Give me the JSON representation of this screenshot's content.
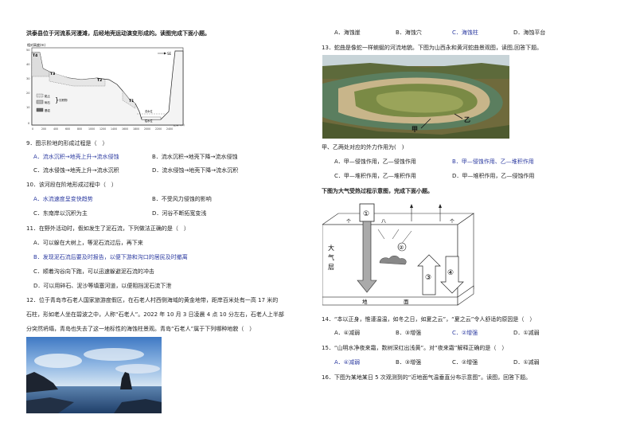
{
  "left": {
    "intro": "洪泰县位于河流系河漫滩，后经地壳运动演变形成的。读图完成下面小题。",
    "fig1": {
      "title": "相对高度(m)",
      "yticks": [
        "50",
        "40",
        "30",
        "20",
        "10",
        "0"
      ],
      "xticks": [
        "0",
        "200",
        "400",
        "600",
        "800",
        "1000",
        "1200",
        "1400",
        "1600",
        "1800",
        "2000",
        "2200",
        "2400"
      ],
      "xunit": "距离（m）",
      "terraces": [
        "T4",
        "T3",
        "T2",
        "T1"
      ],
      "se": "SE",
      "legend": [
        "黏土",
        "砾石",
        "基岩"
      ],
      "legend_group": "沉积物",
      "flood": "洪水位",
      "dry": "枯水位"
    },
    "q9": {
      "stem": "9．图示阶地的形成过程是（　）",
      "A": "A．流水沉积→地壳上升→流水侵蚀",
      "B": "B．流水沉积→地壳下降→流水侵蚀",
      "C": "C．流水侵蚀→地壳上升→流水沉积",
      "D": "D．流水侵蚀→地壳下降→流水沉积"
    },
    "q10": {
      "stem": "10．该河段在阶地形成过程中（　）",
      "A": "A．水流速度呈变快趋势",
      "B": "B．不受风力侵蚀的影响",
      "C": "C．东南岸以沉积为主",
      "D": "D．河谷不断拓宽变浅"
    },
    "q11": {
      "stem": "11．在野外活动时，假如发生了泥石流，下列做法正确的是（　）",
      "A": "A．可以躲在大树上，等泥石流过后，再下来",
      "B": "B．发现泥石流后要及时报告，以便下游和沟口的居民及时撤离",
      "C": "C．顺着沟谷向下跑，可以迅速躲避泥石流的冲击",
      "D": "D．可以用碎石、泥沙等填塞河道，以便阻挡泥石流下泄"
    },
    "q12": {
      "line1": "12．位于青岛市石老人国家旅游度假区，在石老人村西侧海域的黄金地带，距岸百米处有一高 17 米的",
      "line2": "石柱，形如老人坐在碧波之中，人称“石老人”。2022 年 10 月 3 日凌晨 4 点 10 分左右，石老人上半部",
      "line3": "分突然坍塌，青岛也失去了这一地标性的海蚀柱景观。青岛“石老人”属于下列哪种地貌（　）"
    }
  },
  "right": {
    "q12opts": {
      "A": "A．海蚀崖",
      "B": "B．海蚀穴",
      "C": "C．海蚀柱",
      "D": "D．海蚀平台"
    },
    "q13": {
      "stem": "13．蛇曲是像蛇一样蜿蜒的河流地貌。下图为山西永和黄河蛇曲景观图，读图,回答下题。",
      "label_jia": "甲",
      "label_yi": "乙",
      "question": "甲、乙两处对应的外力作用为(　)",
      "A": "A．甲—侵蚀作用，乙—侵蚀作用",
      "B": "B．甲—侵蚀作用、乙—堆积作用",
      "C": "C．甲—堆积作用，乙—堆积作用",
      "D": "D．甲—堆积作用，乙—侵蚀作用"
    },
    "intro2": "下图为大气受热过程示意图，完成下面小题。",
    "fig2": {
      "labels": [
        "①",
        "②",
        "③",
        "④"
      ],
      "side": [
        "大",
        "气",
        "层"
      ],
      "ground": "地　　　　　　　面"
    },
    "q14": {
      "stem": "14．“本以正身，惟谨温温，如冬之日，如夏之云”，“夏之云”令人舒适的原因是（　）",
      "A": "A．④减弱",
      "B": "B．③增强",
      "C": "C．②增强",
      "D": "D．①减弱"
    },
    "q15": {
      "stem": "15．“山明水净夜来霜，数树深红出浅黄”。对“夜来霜”解释正确的是（　）",
      "A": "A．④减弱",
      "B": "B．③增强",
      "C": "C．②增强",
      "D": "D．①减弱"
    },
    "q16": {
      "stem": "16．下图为某地某日 5 次观测到的“近地面气温垂直分布示意图”。读图，回答下题。"
    }
  }
}
